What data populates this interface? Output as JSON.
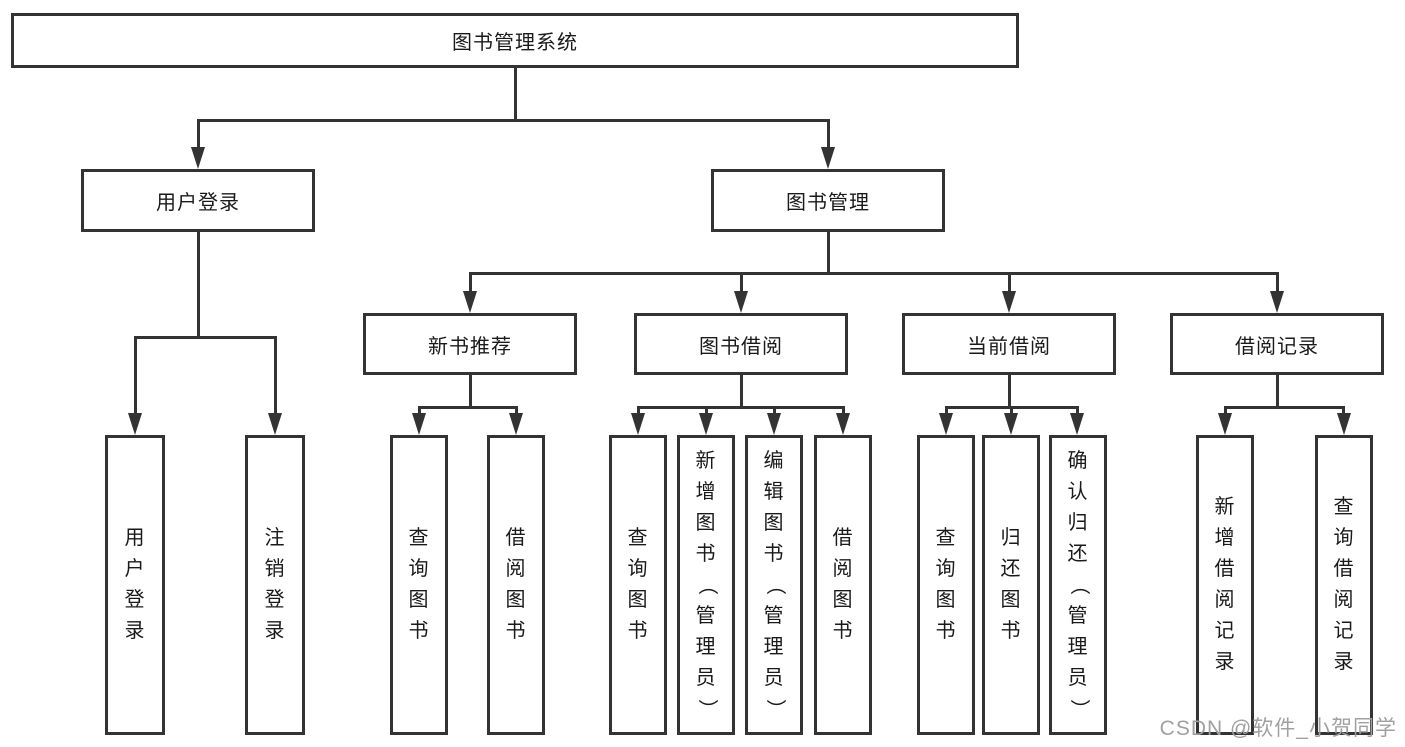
{
  "colors": {
    "line": "#333333",
    "text": "#1a1a1a",
    "watermark": "#a0a0a0",
    "background": "#ffffff"
  },
  "watermark": "CSDN @软件_小贺同学",
  "tree": {
    "root": {
      "label": "图书管理系统"
    },
    "branches": [
      {
        "label": "用户登录",
        "leaves": [
          {
            "label": "用户登录"
          },
          {
            "label": "注销登录"
          }
        ]
      },
      {
        "label": "图书管理",
        "groups": [
          {
            "label": "新书推荐",
            "leaves": [
              {
                "label": "查询图书"
              },
              {
                "label": "借阅图书"
              }
            ]
          },
          {
            "label": "图书借阅",
            "leaves": [
              {
                "label": "查询图书"
              },
              {
                "label": "新增图书（管理员）"
              },
              {
                "label": "编辑图书（管理员）"
              },
              {
                "label": "借阅图书"
              }
            ]
          },
          {
            "label": "当前借阅",
            "leaves": [
              {
                "label": "查询图书"
              },
              {
                "label": "归还图书"
              },
              {
                "label": "确认归还（管理员）"
              }
            ]
          },
          {
            "label": "借阅记录",
            "leaves": [
              {
                "label": "新增借阅记录"
              },
              {
                "label": "查询借阅记录"
              }
            ]
          }
        ]
      }
    ]
  }
}
